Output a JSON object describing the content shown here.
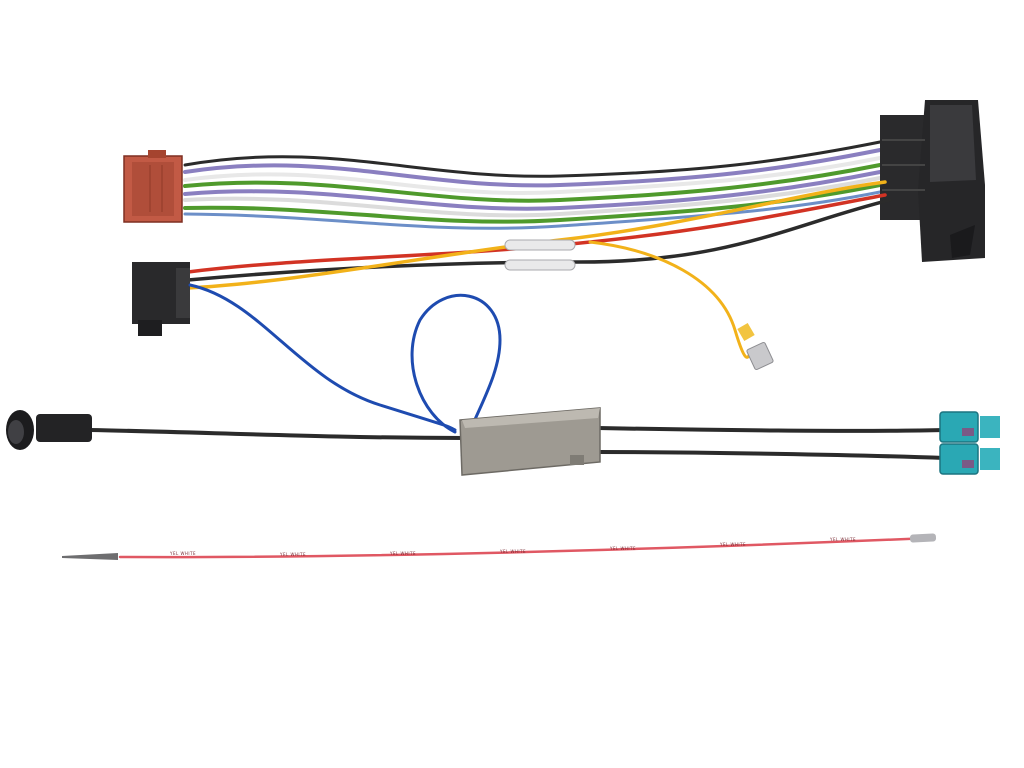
{
  "image": {
    "background": "#ffffff",
    "wire_print": [
      "YEL WHITE",
      "YEL WHITE",
      "YEL WHITE",
      "YEL WHITE",
      "YEL WHITE",
      "YEL WHITE",
      "YEL WHITE"
    ],
    "colors": {
      "iso_connector": "#c25a45",
      "black_plastic": "#2a2a2c",
      "fakra": "#2aa8b4",
      "amplifier_box": "#9e9a92",
      "wire_green": "#4f9a2c",
      "wire_violet": "#8a7fc0",
      "wire_white": "#e8e8e8",
      "wire_red": "#d23324",
      "wire_yellow": "#f2b21a",
      "wire_black": "#2b2b2b",
      "wire_blue": "#1e4bb0",
      "wire_pink": "#e05863"
    }
  }
}
